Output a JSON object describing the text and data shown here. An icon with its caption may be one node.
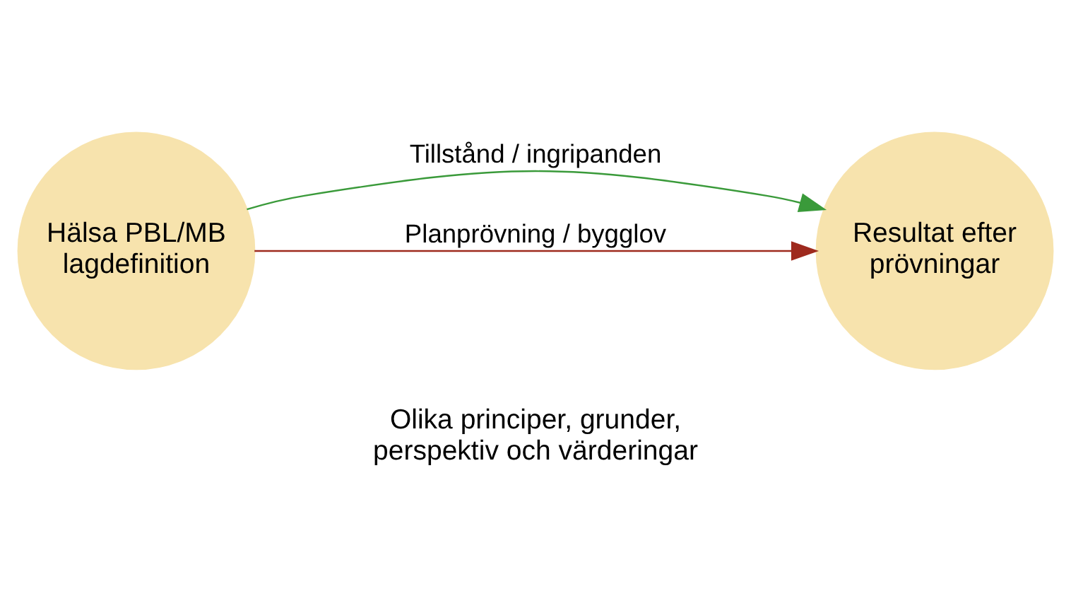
{
  "diagram": {
    "nodes": [
      {
        "text": [
          "Hälsa PBL/MB lagdefinition"
        ]
      },
      {
        "text": [
          "Resultat efter prövningar"
        ]
      }
    ],
    "edges": [
      {
        "from": 0,
        "to": 1,
        "arrow": "to",
        "label": "Tillstånd / ingripanden",
        "color": "#3a9a3a"
      },
      {
        "from": 0,
        "to": 1,
        "arrow": "to",
        "label": "Planprövning / bygglov",
        "color": "#9e2a1e"
      }
    ],
    "labels": [
      "Olika principer, grunder, perspektiv och värderingar"
    ]
  }
}
